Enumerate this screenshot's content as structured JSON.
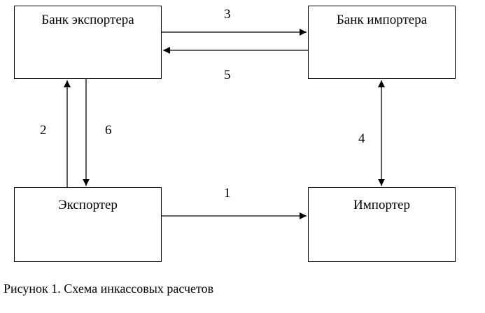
{
  "diagram": {
    "boxes": {
      "exporter_bank": "Банк экспортера",
      "importer_bank": "Банк импортера",
      "exporter": "Экспортер",
      "importer": "Импортер"
    },
    "steps": {
      "s1": "1",
      "s2": "2",
      "s3": "3",
      "s4": "4",
      "s5": "5",
      "s6": "6"
    },
    "line_color": "#000000"
  },
  "caption": "Рисунок 1. Схема инкассовых расчетов"
}
